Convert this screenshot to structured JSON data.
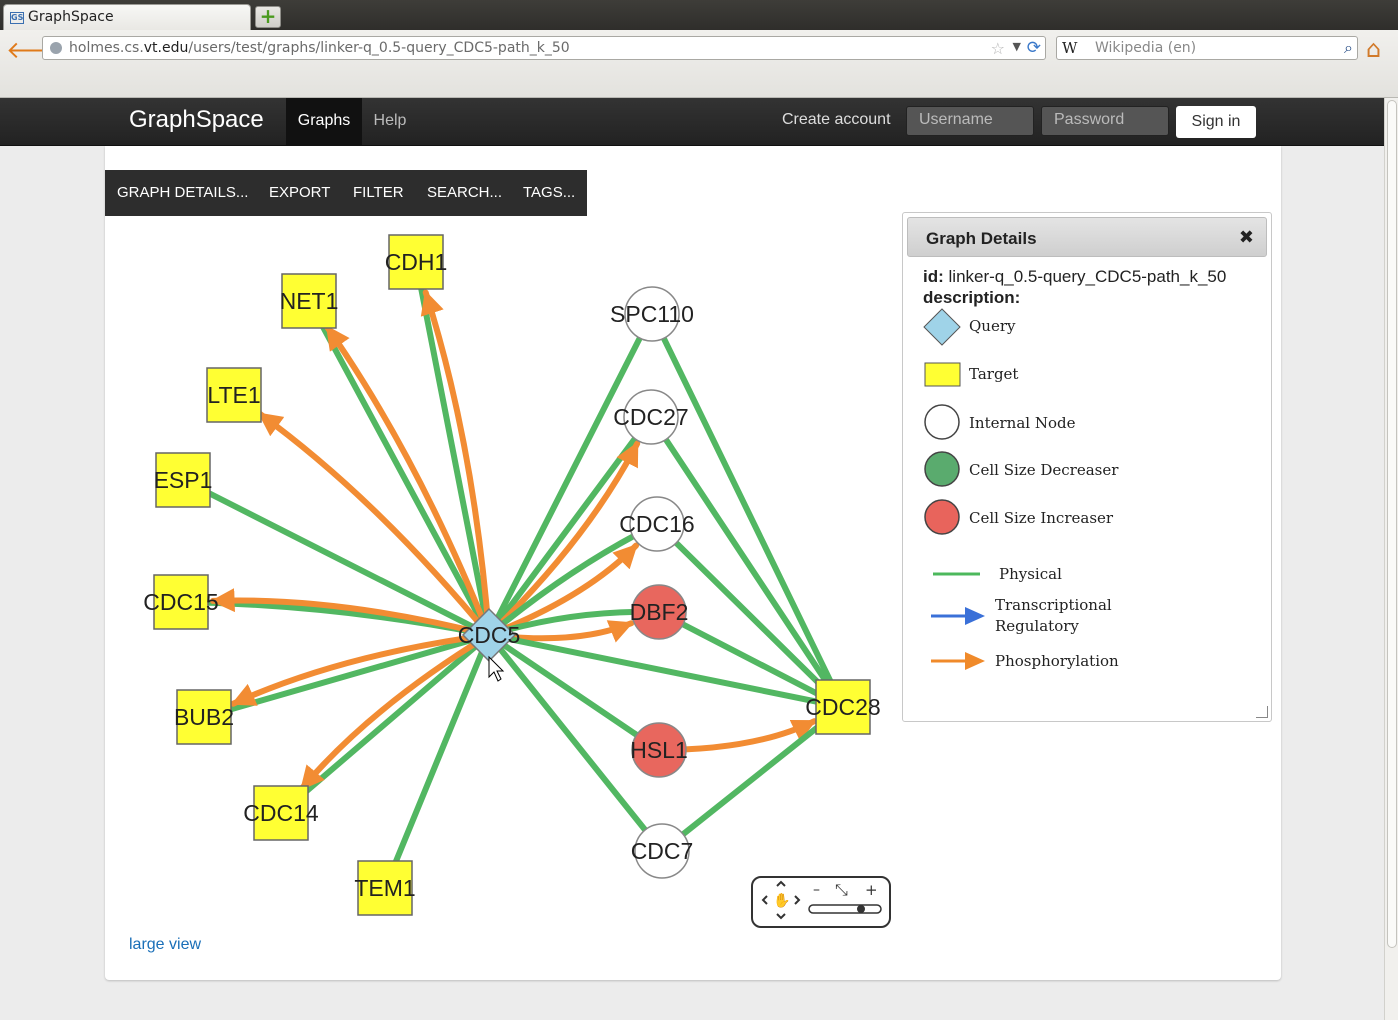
{
  "browser": {
    "tab_title": "GraphSpace",
    "url_host": "holmes.cs.vt.edu",
    "url_prefix": "holmes.cs.",
    "url_host_bold": "vt.edu",
    "url_path": "/users/test/graphs/linker-q_0.5-query_CDC5-path_k_50",
    "search_placeholder": "Wikipedia (en)",
    "search_engine_glyph": "W"
  },
  "header": {
    "brand": "GraphSpace",
    "nav": [
      "Graphs",
      "Help"
    ],
    "create_account": "Create account",
    "username_placeholder": "Username",
    "password_placeholder": "Password",
    "sign_in": "Sign in"
  },
  "toolbar": {
    "items": [
      "GRAPH DETAILS...",
      "EXPORT",
      "FILTER",
      "SEARCH...",
      "TAGS..."
    ]
  },
  "graph_details": {
    "title": "Graph Details",
    "id_label": "id:",
    "id_value": "linker-q_0.5-query_CDC5-path_k_50",
    "description_label": "description:",
    "legend": [
      {
        "label": "Query",
        "shape": "diamond",
        "color": "#87ceeb"
      },
      {
        "label": "Target",
        "shape": "square",
        "color": "#ffff00"
      },
      {
        "label": "Internal Node",
        "shape": "circle",
        "color": "#ffffff"
      },
      {
        "label": "Cell Size Decreaser",
        "shape": "circle",
        "color": "#5aab6e"
      },
      {
        "label": "Cell Size Increaser",
        "shape": "circle",
        "color": "#e8645c"
      },
      {
        "label": "Physical",
        "shape": "line",
        "color": "#4cb85c"
      },
      {
        "label": "Transcriptional Regulatory",
        "label_line1": "Transcriptional",
        "label_line2": "Regulatory",
        "shape": "arrow",
        "color": "#3a70d8"
      },
      {
        "label": "Phosphorylation",
        "shape": "arrow",
        "color": "#f08a2a"
      }
    ]
  },
  "graph": {
    "nodes": [
      {
        "id": "CDC5",
        "type": "query"
      },
      {
        "id": "CDH1",
        "type": "target"
      },
      {
        "id": "NET1",
        "type": "target"
      },
      {
        "id": "LTE1",
        "type": "target"
      },
      {
        "id": "ESP1",
        "type": "target"
      },
      {
        "id": "CDC15",
        "type": "target"
      },
      {
        "id": "BUB2",
        "type": "target"
      },
      {
        "id": "CDC14",
        "type": "target"
      },
      {
        "id": "TEM1",
        "type": "target"
      },
      {
        "id": "CDC28",
        "type": "target"
      },
      {
        "id": "SPC110",
        "type": "internal"
      },
      {
        "id": "CDC27",
        "type": "internal"
      },
      {
        "id": "CDC16",
        "type": "internal"
      },
      {
        "id": "DBF2",
        "type": "increaser"
      },
      {
        "id": "HSL1",
        "type": "increaser"
      },
      {
        "id": "CDC7",
        "type": "internal"
      }
    ],
    "edges": [
      {
        "s": "CDC5",
        "t": "CDH1",
        "kind": "physical"
      },
      {
        "s": "CDC5",
        "t": "CDH1",
        "kind": "phospho"
      },
      {
        "s": "CDC5",
        "t": "NET1",
        "kind": "physical"
      },
      {
        "s": "CDC5",
        "t": "NET1",
        "kind": "phospho"
      },
      {
        "s": "CDC5",
        "t": "LTE1",
        "kind": "phospho"
      },
      {
        "s": "CDC5",
        "t": "ESP1",
        "kind": "physical"
      },
      {
        "s": "CDC5",
        "t": "CDC15",
        "kind": "physical"
      },
      {
        "s": "CDC5",
        "t": "CDC15",
        "kind": "phospho"
      },
      {
        "s": "CDC5",
        "t": "BUB2",
        "kind": "physical"
      },
      {
        "s": "CDC5",
        "t": "BUB2",
        "kind": "phospho"
      },
      {
        "s": "CDC5",
        "t": "CDC14",
        "kind": "physical"
      },
      {
        "s": "CDC5",
        "t": "CDC14",
        "kind": "phospho"
      },
      {
        "s": "CDC5",
        "t": "TEM1",
        "kind": "physical"
      },
      {
        "s": "CDC5",
        "t": "SPC110",
        "kind": "physical"
      },
      {
        "s": "CDC5",
        "t": "CDC27",
        "kind": "physical"
      },
      {
        "s": "CDC5",
        "t": "CDC27",
        "kind": "phospho"
      },
      {
        "s": "CDC5",
        "t": "CDC16",
        "kind": "physical"
      },
      {
        "s": "CDC5",
        "t": "CDC16",
        "kind": "phospho"
      },
      {
        "s": "CDC5",
        "t": "DBF2",
        "kind": "physical"
      },
      {
        "s": "CDC5",
        "t": "DBF2",
        "kind": "phospho"
      },
      {
        "s": "CDC5",
        "t": "HSL1",
        "kind": "physical"
      },
      {
        "s": "CDC5",
        "t": "CDC7",
        "kind": "physical"
      },
      {
        "s": "CDC5",
        "t": "CDC28",
        "kind": "physical"
      },
      {
        "s": "SPC110",
        "t": "CDC28",
        "kind": "physical"
      },
      {
        "s": "CDC27",
        "t": "CDC28",
        "kind": "physical"
      },
      {
        "s": "CDC16",
        "t": "CDC28",
        "kind": "physical"
      },
      {
        "s": "DBF2",
        "t": "CDC28",
        "kind": "physical"
      },
      {
        "s": "HSL1",
        "t": "CDC28",
        "kind": "phospho"
      },
      {
        "s": "CDC7",
        "t": "CDC28",
        "kind": "physical"
      }
    ]
  },
  "zoom": {
    "minus": "–",
    "plus": "+",
    "fit": "⤡"
  },
  "large_view": "large view",
  "colors": {
    "physical": "#52b762",
    "phospho": "#f28c33",
    "target": "#ffff33",
    "query": "#9fd3e8",
    "increaser": "#e8675e"
  }
}
